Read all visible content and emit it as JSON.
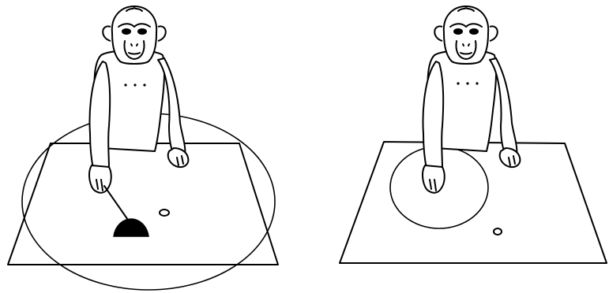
{
  "figure": {
    "panels": [
      {
        "id": "left",
        "reach_field": "large-circle",
        "tool": "rake",
        "items_on_table": [
          "food-pellet"
        ],
        "depicts": [
          "monkey",
          "table",
          "circle",
          "rake",
          "food-pellet"
        ]
      },
      {
        "id": "right",
        "reach_field": "small-circle",
        "tool": "none",
        "items_on_table": [
          "food-pellet"
        ],
        "depicts": [
          "monkey",
          "table",
          "circle",
          "food-pellet"
        ]
      }
    ],
    "colors": {
      "stroke": "#000000",
      "background": "#ffffff",
      "tool_head": "#000000"
    }
  }
}
